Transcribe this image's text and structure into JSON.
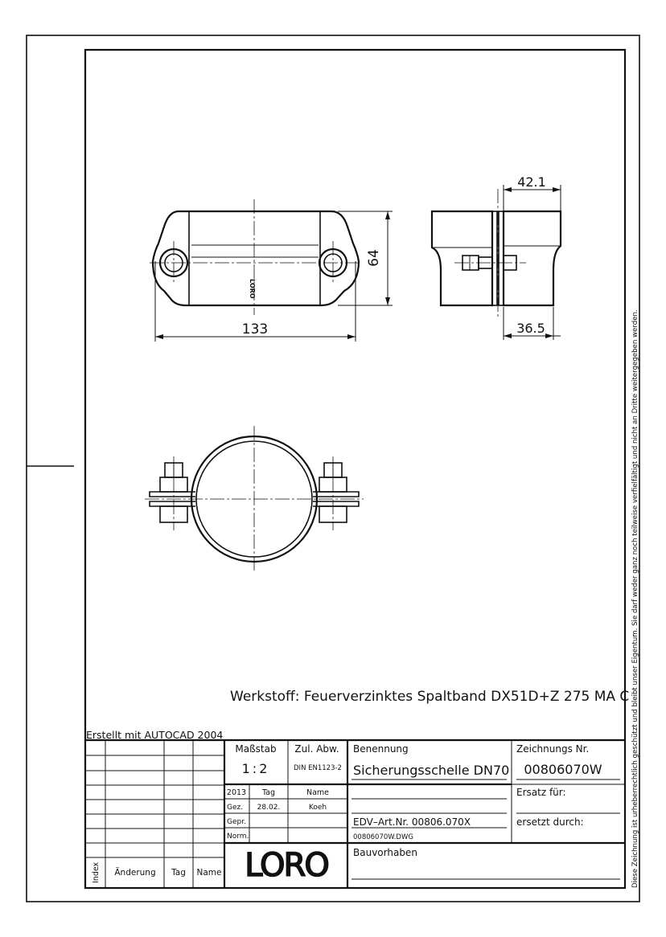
{
  "side_note": "Diese Zeichnung ist urheberrechtlich geschützt und bleibt unser Eigentum. Sie darf weder ganz noch teilweise verfielfältigt und nicht an Dritte weitergegeben werden.",
  "dimensions": {
    "front_width": "133",
    "front_height": "64",
    "side_top": "42.1",
    "side_bottom": "36.5"
  },
  "stamp": "LORO",
  "material": "Werkstoff: Feuerverzinktes Spaltband DX51D+Z 275 MA C",
  "created_with": "Erstellt mit AUTOCAD 2004",
  "title_block": {
    "scale_label": "Maßstab",
    "scale_value": "1:2",
    "tolerance_label": "Zul. Abw.",
    "tolerance_value": "DIN EN1123-2",
    "designation_label": "Benennung",
    "designation_value": "Sicherungsschelle DN70",
    "drawing_no_label": "Zeichnungs Nr.",
    "drawing_no_value": "00806070W",
    "year": "2013",
    "day_label": "Tag",
    "name_label": "Name",
    "drawn_label": "Gez.",
    "drawn_date": "28.02.",
    "drawn_name": "Koeh",
    "checked_label": "Gepr.",
    "norm_label": "Norm.",
    "replacement_for_label": "Ersatz für:",
    "replaced_by_label": "ersetzt durch:",
    "edv_label": "EDV–Art.Nr. 00806.070X",
    "file_name": "00806070W.DWG",
    "project_label": "Bauvorhaben",
    "logo": "LORO",
    "rev_index": "Index",
    "rev_change": "Änderung",
    "rev_day": "Tag",
    "rev_name": "Name"
  }
}
